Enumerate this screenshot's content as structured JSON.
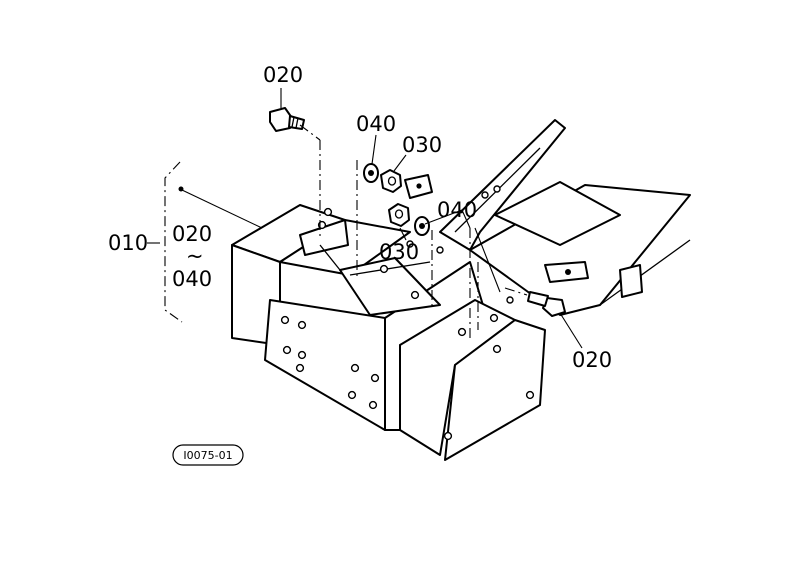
{
  "labels": {
    "bolt_top": "020",
    "washer_top": "040",
    "nut_top": "030",
    "nut_bottom": "030",
    "washer_right": "040",
    "bolt_right": "020",
    "assembly": "010",
    "bracket_upper": "020",
    "bracket_tilde": "~",
    "bracket_lower": "040",
    "ref_code": "I0075-01"
  }
}
